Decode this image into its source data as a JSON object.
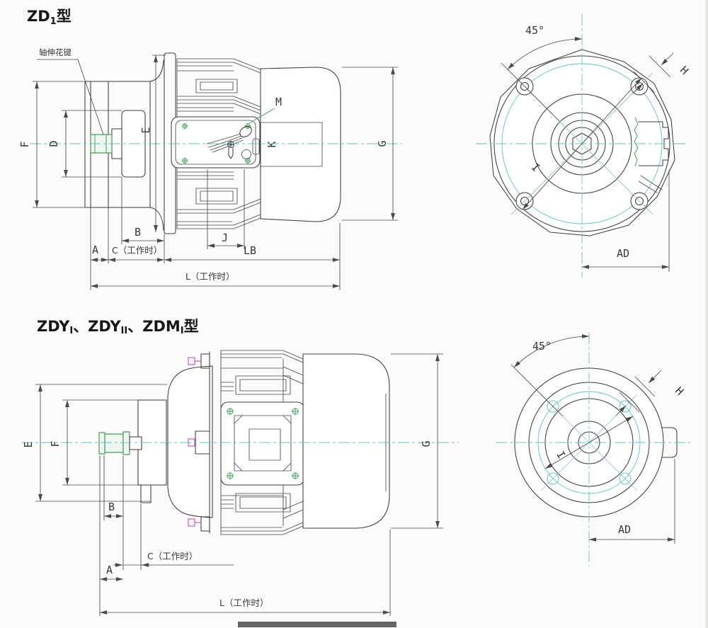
{
  "colors": {
    "line": "#3c3c3c",
    "dimension": "#4a4a4a",
    "centerline_cyan": "#62c4c4",
    "highlight_green": "#43a05c",
    "highlight_magenta": "#b45cb4",
    "paper": "#fbfbf9"
  },
  "section1": {
    "title": {
      "prefix": "ZD",
      "sub": "1",
      "suffix": "型"
    },
    "note_spline": "轴伸花键",
    "dims": {
      "F": "F",
      "D": "D",
      "E": "E",
      "G": "G",
      "B": "B",
      "A": "A",
      "C": "C（工作时）",
      "LB": "LB",
      "J": "J",
      "L": "L（工作时）",
      "M": "M",
      "K": "K"
    },
    "end_view": {
      "angle": "45°",
      "H": "H",
      "I": "I",
      "AD": "AD"
    }
  },
  "section2": {
    "title": {
      "p1": "ZDY",
      "n1": "I",
      "p2": "、ZDY",
      "n2": "II",
      "p3": "、ZDM",
      "n3": "I",
      "p4": "型"
    },
    "dims": {
      "E": "E",
      "F": "F",
      "B": "B",
      "A": "A",
      "C": "C（工作时）",
      "G": "G",
      "L": "L（工作时）"
    },
    "end_view": {
      "angle": "45°",
      "H": "H",
      "I": "I",
      "AD": "AD"
    }
  }
}
